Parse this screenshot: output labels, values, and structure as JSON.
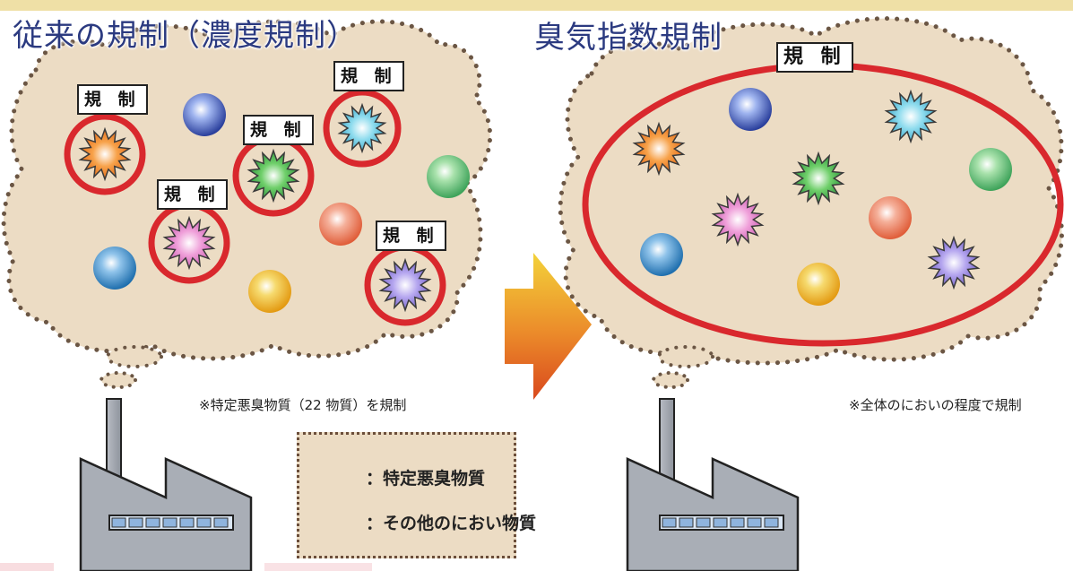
{
  "left_panel": {
    "title": "従来の規制（濃度規制）",
    "note": "※特定悪臭物質（22 物質）を規制",
    "regulation_label": "規 制"
  },
  "right_panel": {
    "title": "臭気指数規制",
    "note": "※全体のにおいの程度で規制",
    "regulation_label": "規 制"
  },
  "legend": {
    "specific_substance": "：特定悪臭物質",
    "other_substance": "：その他のにおい物質"
  },
  "colors": {
    "cloud_fill": "#ecdcc4",
    "cloud_dots": "#6b5644",
    "regulation_ring": "#d9282d",
    "title_text": "#2b3a80",
    "arrow_top": "#f3d23a",
    "arrow_bottom": "#d9481d"
  }
}
